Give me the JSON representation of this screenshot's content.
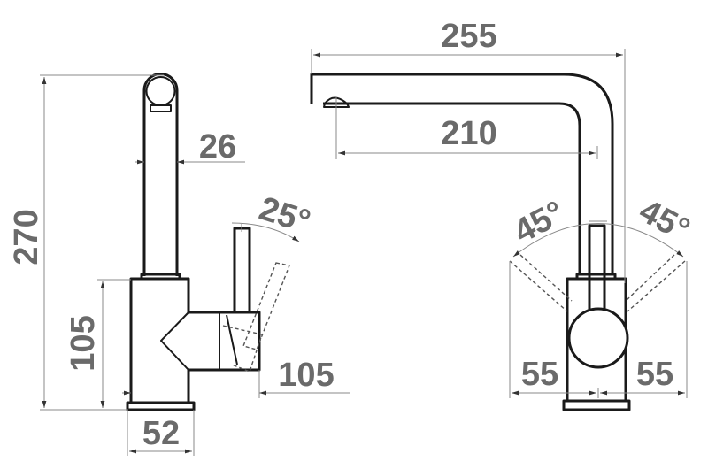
{
  "side_view": {
    "height_total": "270",
    "body_height": "105",
    "spout_diameter": "26",
    "handle_reach": "105",
    "base_width": "52",
    "lever_angle": "25°"
  },
  "front_view": {
    "spout_reach_total": "255",
    "spout_reach_axis": "210",
    "lever_angle_left": "45°",
    "lever_angle_right": "45°",
    "lever_sweep_left": "55",
    "lever_sweep_right": "55"
  },
  "colors": {
    "outline": "#1a1a1a",
    "dimension_text": "#6a6a6a",
    "dimension_line": "#888888"
  }
}
